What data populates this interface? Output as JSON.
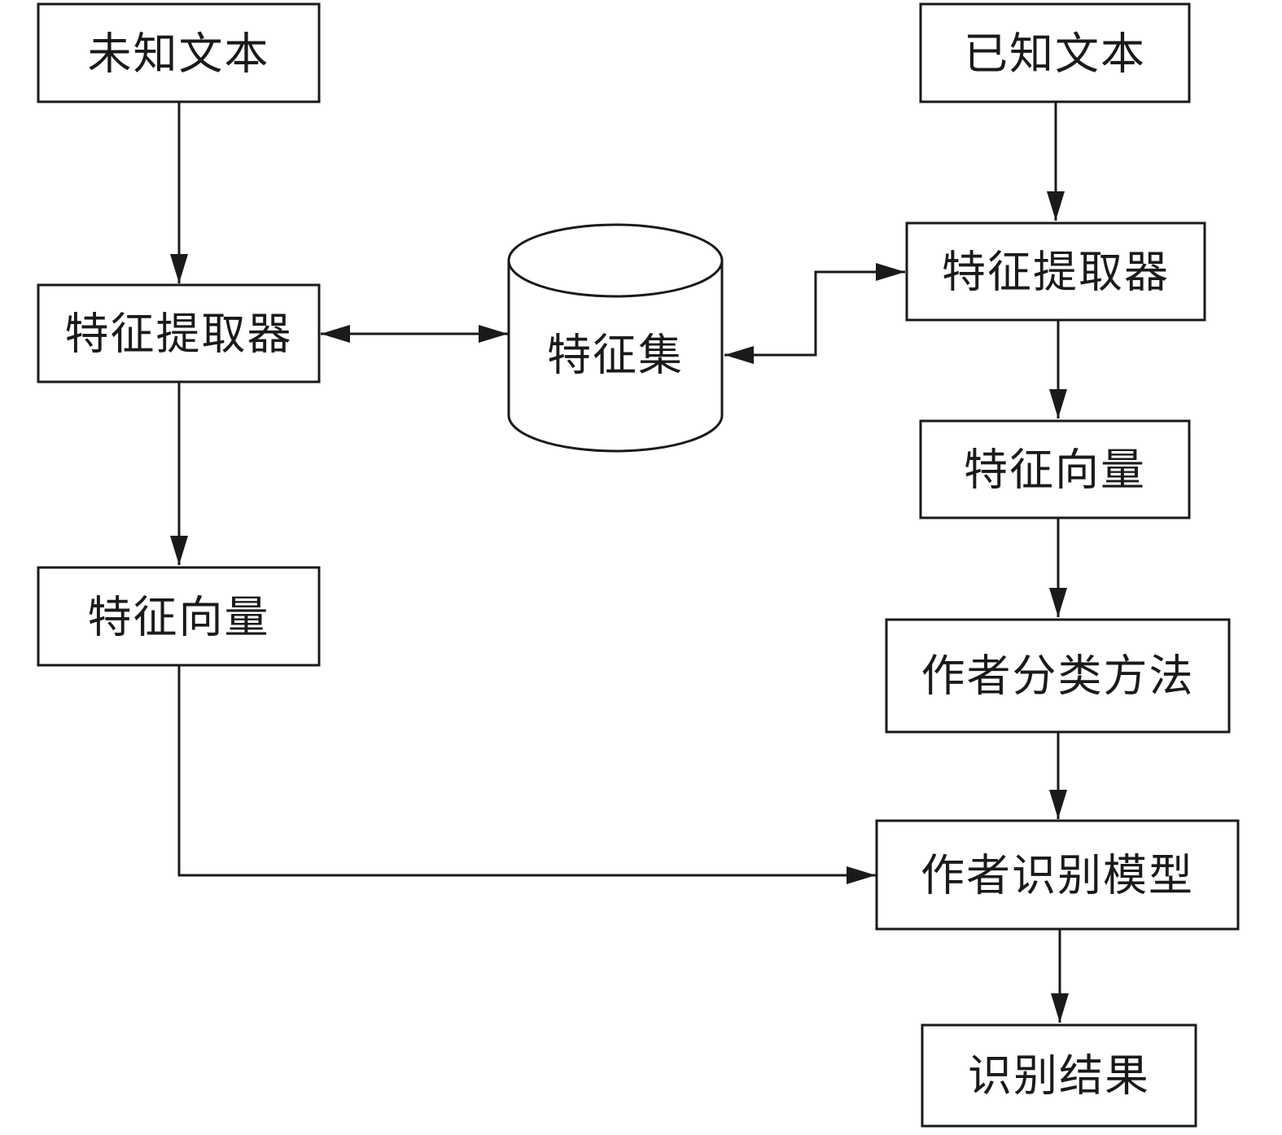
{
  "nodes": {
    "unknown_text": "未知文本",
    "known_text": "已知文本",
    "left_extractor": "特征提取器",
    "right_extractor": "特征提取器",
    "feature_set": "特征集",
    "left_vector": "特征向量",
    "right_vector": "特征向量",
    "classification_method": "作者分类方法",
    "identification_model": "作者识别模型",
    "result": "识别结果"
  },
  "colors": {
    "stroke": "#1a1a1a",
    "background": "#ffffff"
  }
}
